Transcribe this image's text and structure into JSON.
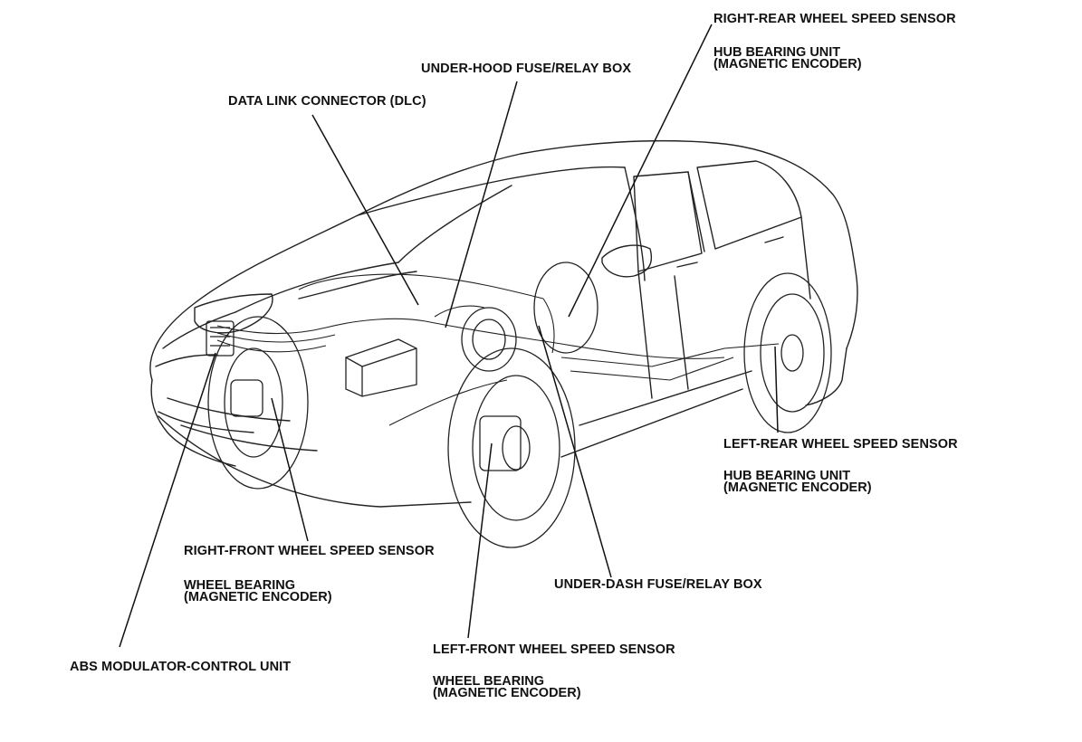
{
  "labels": {
    "right_rear_sensor": "RIGHT-REAR WHEEL SPEED SENSOR",
    "right_rear_hub": [
      "HUB BEARING UNIT",
      "(MAGNETIC ENCODER)"
    ],
    "under_hood_box": "UNDER-HOOD FUSE/RELAY BOX",
    "dlc": "DATA LINK CONNECTOR (DLC)",
    "left_rear_sensor": "LEFT-REAR WHEEL SPEED SENSOR",
    "left_rear_hub": [
      "HUB BEARING UNIT",
      "(MAGNETIC ENCODER)"
    ],
    "right_front_sensor": "RIGHT-FRONT WHEEL SPEED SENSOR",
    "right_front_bearing": [
      "WHEEL BEARING",
      "(MAGNETIC ENCODER)"
    ],
    "under_dash_box": "UNDER-DASH FUSE/RELAY BOX",
    "abs_unit": "ABS MODULATOR-CONTROL UNIT",
    "left_front_sensor": "LEFT-FRONT WHEEL SPEED SENSOR",
    "left_front_bearing": [
      "WHEEL BEARING",
      "(MAGNETIC ENCODER)"
    ]
  },
  "colors": {
    "line": "#1a1a1a",
    "background": "#ffffff"
  },
  "illustration": "car-abs-component-cutaway"
}
